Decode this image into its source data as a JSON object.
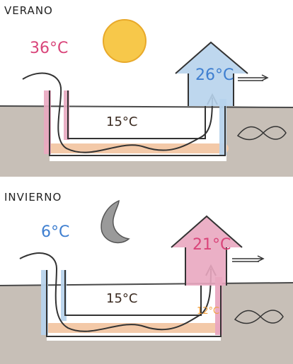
{
  "summer": {
    "label": "VERANO",
    "outside_temp": "36°C",
    "ground_temp": "15°C",
    "house_temp": "26°C",
    "sky_icon": "sun-icon",
    "ventilation_icon": "fan-icon",
    "colors": {
      "outside": "#d9457a",
      "house": "#3f7fd0",
      "sun": "#f7c84a"
    }
  },
  "winter": {
    "label": "INVIERNO",
    "outside_temp": "6°C",
    "ground_temp": "15°C",
    "house_temp": "21°C",
    "outlet_temp": "12°C",
    "sky_icon": "moon-icon",
    "ventilation_icon": "fan-icon",
    "colors": {
      "outside": "#3f7fd0",
      "house": "#d9457a",
      "outlet": "#f0a040"
    }
  },
  "colors": {
    "ground": "#bdb4aa",
    "ground_line": "#4a4a4a",
    "warm_band": "#f3c9a8",
    "cold_band": "#b7d3ec",
    "pink_band": "#e9a7c0"
  }
}
